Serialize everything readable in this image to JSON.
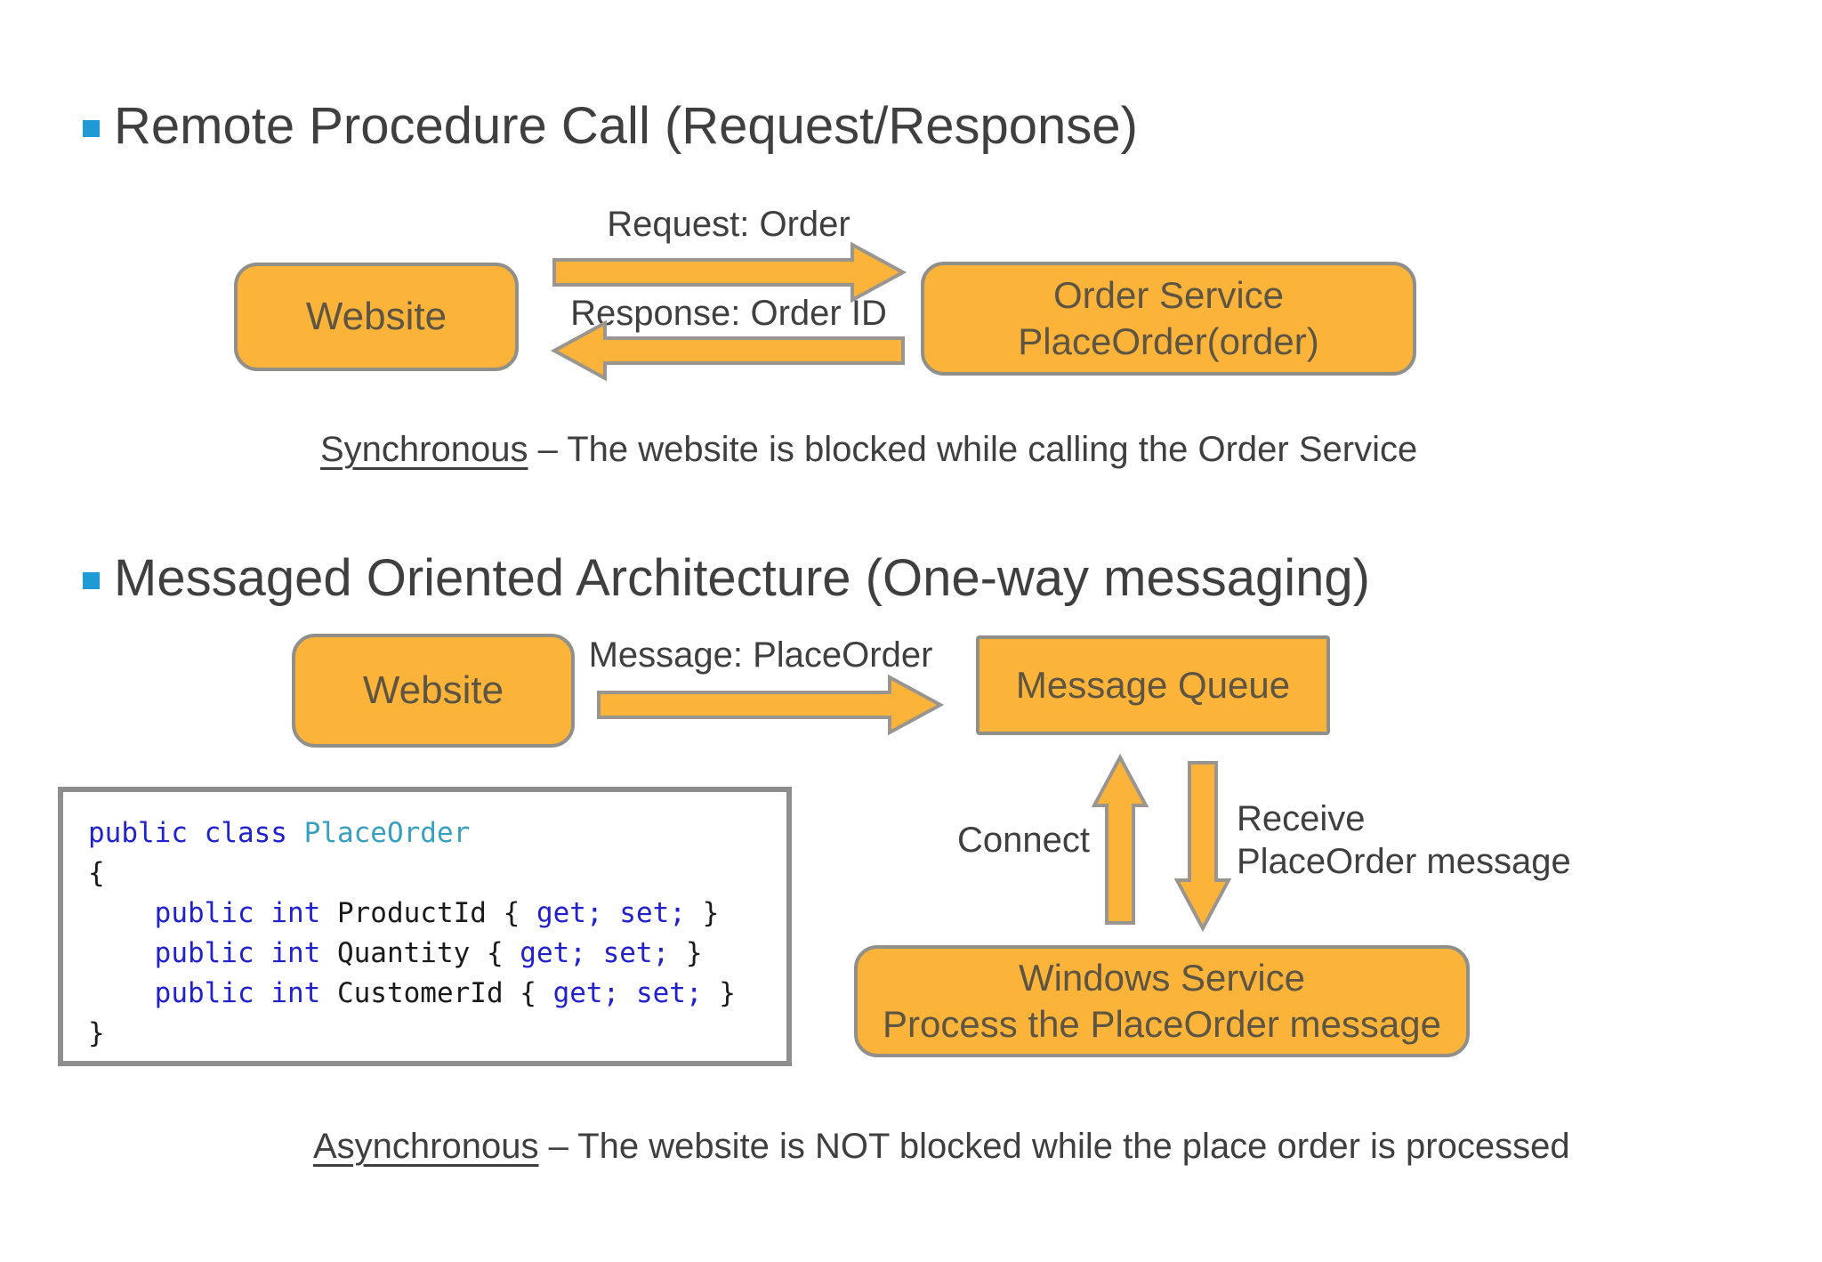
{
  "colors": {
    "background": "#FFFFFF",
    "accent_orange": "#FBB339",
    "border_gray": "#918F8A",
    "arrow_gray": "#9A968F",
    "bullet_blue": "#1F9AD7",
    "heading_gray": "#3F3F3F",
    "box_text": "#5D5542",
    "code_border": "#8E8E8E",
    "code_keyword": "#2121CE",
    "code_type": "#36A0BE",
    "code_plain": "#1A1A1A"
  },
  "icons": {
    "heading_bullet": "square-bullet",
    "rpc_request": "arrow-right",
    "rpc_response": "arrow-left",
    "moa_message": "arrow-right",
    "connect": "arrow-up",
    "receive": "arrow-down"
  },
  "section_rpc": {
    "heading": "Remote Procedure Call (Request/Response)",
    "website_label": "Website",
    "request_label": "Request: Order",
    "response_label": "Response: Order ID",
    "service_line1": "Order Service",
    "service_line2": "PlaceOrder(order)",
    "caption_term": "Synchronous",
    "caption_rest": " – The website is blocked while calling the Order Service"
  },
  "section_moa": {
    "heading": "Messaged Oriented Architecture (One-way messaging)",
    "website_label": "Website",
    "message_label": "Message: PlaceOrder",
    "queue_label": "Message Queue",
    "connect_label": "Connect",
    "receive_line1": "Receive",
    "receive_line2": "PlaceOrder message",
    "service_line1": "Windows Service",
    "service_line2": "Process the PlaceOrder message",
    "caption_term": "Asynchronous",
    "caption_rest": " – The website is NOT blocked while the place order is processed"
  },
  "code_snippet": {
    "lines": [
      [
        {
          "t": "public",
          "c": "kw"
        },
        {
          "t": " ",
          "c": "pl"
        },
        {
          "t": "class",
          "c": "kw"
        },
        {
          "t": " ",
          "c": "pl"
        },
        {
          "t": "PlaceOrder",
          "c": "ty"
        }
      ],
      [
        {
          "t": "{",
          "c": "pl"
        }
      ],
      [
        {
          "t": "    ",
          "c": "pl"
        },
        {
          "t": "public",
          "c": "kw"
        },
        {
          "t": " ",
          "c": "pl"
        },
        {
          "t": "int",
          "c": "kw"
        },
        {
          "t": " ProductId { ",
          "c": "pl"
        },
        {
          "t": "get;",
          "c": "kw"
        },
        {
          "t": " ",
          "c": "pl"
        },
        {
          "t": "set;",
          "c": "kw"
        },
        {
          "t": " }",
          "c": "pl"
        }
      ],
      [
        {
          "t": "    ",
          "c": "pl"
        },
        {
          "t": "public",
          "c": "kw"
        },
        {
          "t": " ",
          "c": "pl"
        },
        {
          "t": "int",
          "c": "kw"
        },
        {
          "t": " Quantity { ",
          "c": "pl"
        },
        {
          "t": "get;",
          "c": "kw"
        },
        {
          "t": " ",
          "c": "pl"
        },
        {
          "t": "set;",
          "c": "kw"
        },
        {
          "t": " }",
          "c": "pl"
        }
      ],
      [
        {
          "t": "    ",
          "c": "pl"
        },
        {
          "t": "public",
          "c": "kw"
        },
        {
          "t": " ",
          "c": "pl"
        },
        {
          "t": "int",
          "c": "kw"
        },
        {
          "t": " CustomerId { ",
          "c": "pl"
        },
        {
          "t": "get;",
          "c": "kw"
        },
        {
          "t": " ",
          "c": "pl"
        },
        {
          "t": "set;",
          "c": "kw"
        },
        {
          "t": " }",
          "c": "pl"
        }
      ],
      [
        {
          "t": "}",
          "c": "pl"
        }
      ]
    ]
  }
}
